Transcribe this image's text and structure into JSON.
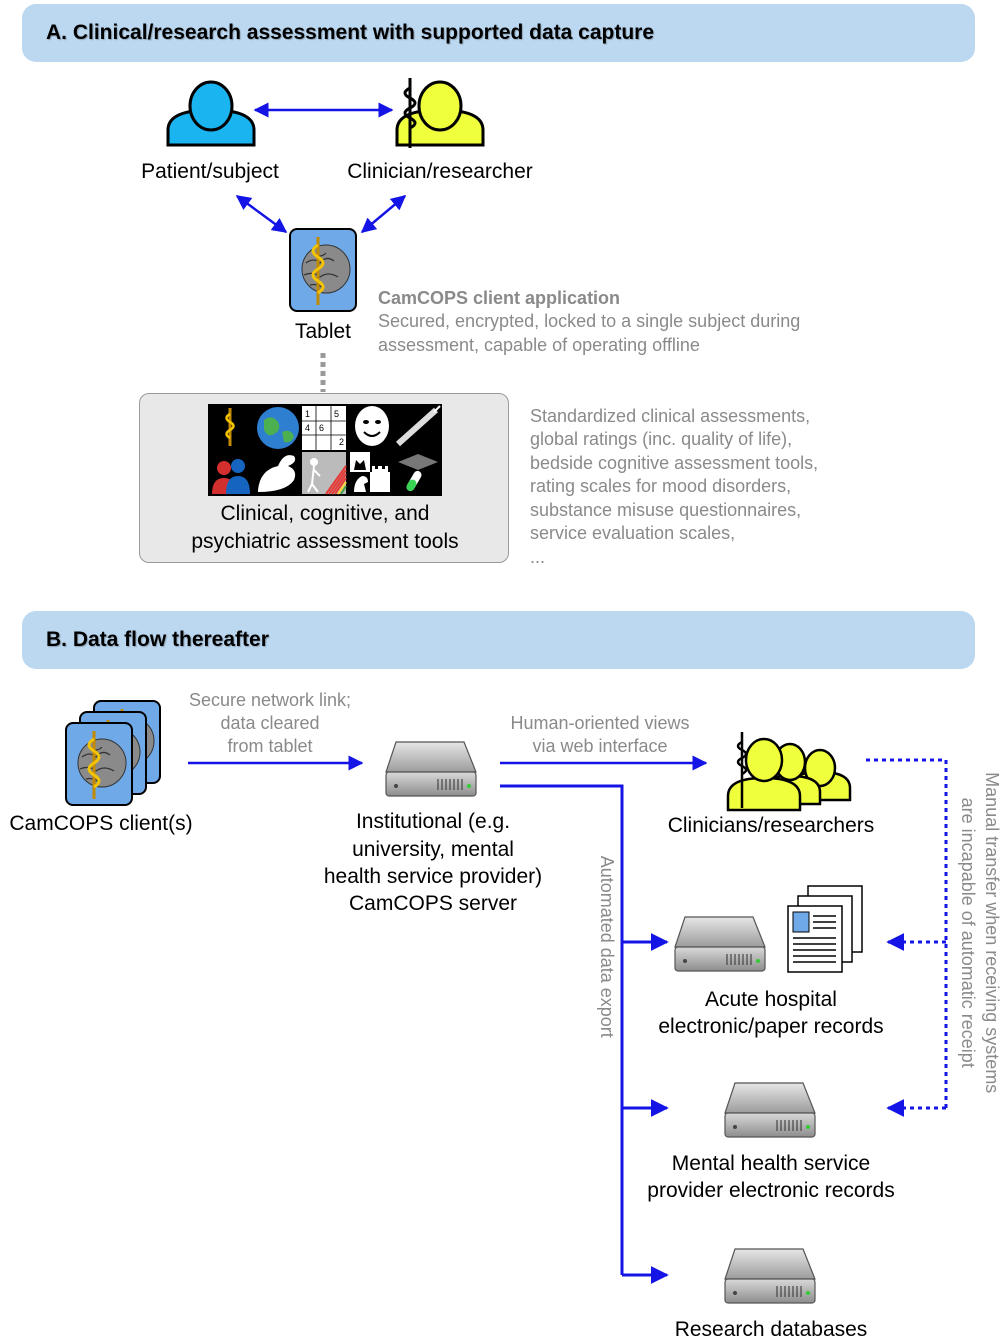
{
  "section_a": {
    "title": "A. Clinical/research assessment with supported data capture",
    "patient_label": "Patient/subject",
    "clinician_label": "Clinician/researcher",
    "tablet_label": "Tablet",
    "client_app_title": "CamCOPS client application",
    "client_app_desc_1": "Secured, encrypted, locked to a single subject during",
    "client_app_desc_2": "assessment, capable of operating offline",
    "tools_label_1": "Clinical, cognitive, and",
    "tools_label_2": "psychiatric assessment tools",
    "tools_list": [
      "Standardized clinical assessments,",
      "global ratings (inc. quality of life),",
      "bedside cognitive assessment tools,",
      "rating scales for mood disorders,",
      "substance misuse questionnaires,",
      "service evaluation scales,",
      "..."
    ],
    "sudoku_digits": [
      "1",
      "5",
      "4",
      "6",
      "2"
    ]
  },
  "section_b": {
    "title": "B. Data flow thereafter",
    "clients_label": "CamCOPS client(s)",
    "link_label_1": "Secure network link;",
    "link_label_2": "data cleared",
    "link_label_3": "from tablet",
    "server_label_1": "Institutional (e.g.",
    "server_label_2": "university, mental",
    "server_label_3": "health service provider)",
    "server_label_4": "CamCOPS server",
    "web_label_1": "Human-oriented views",
    "web_label_2": "via web interface",
    "clinicians_label": "Clinicians/researchers",
    "export_label": "Automated data export",
    "acute_label_1": "Acute hospital",
    "acute_label_2": "electronic/paper records",
    "mh_label_1": "Mental health service",
    "mh_label_2": "provider electronic records",
    "research_label": "Research databases",
    "manual_label_1": "Manual transfer when receiving systems",
    "manual_label_2": "are incapable of automatic receipt"
  },
  "colors": {
    "banner": "#bcd8f1",
    "arrow": "#1414e6",
    "patient": "#1ab4f0",
    "clinician": "#f0ff3c",
    "tablet": "#6fa9e8",
    "grey_text": "#8a8a8a"
  }
}
